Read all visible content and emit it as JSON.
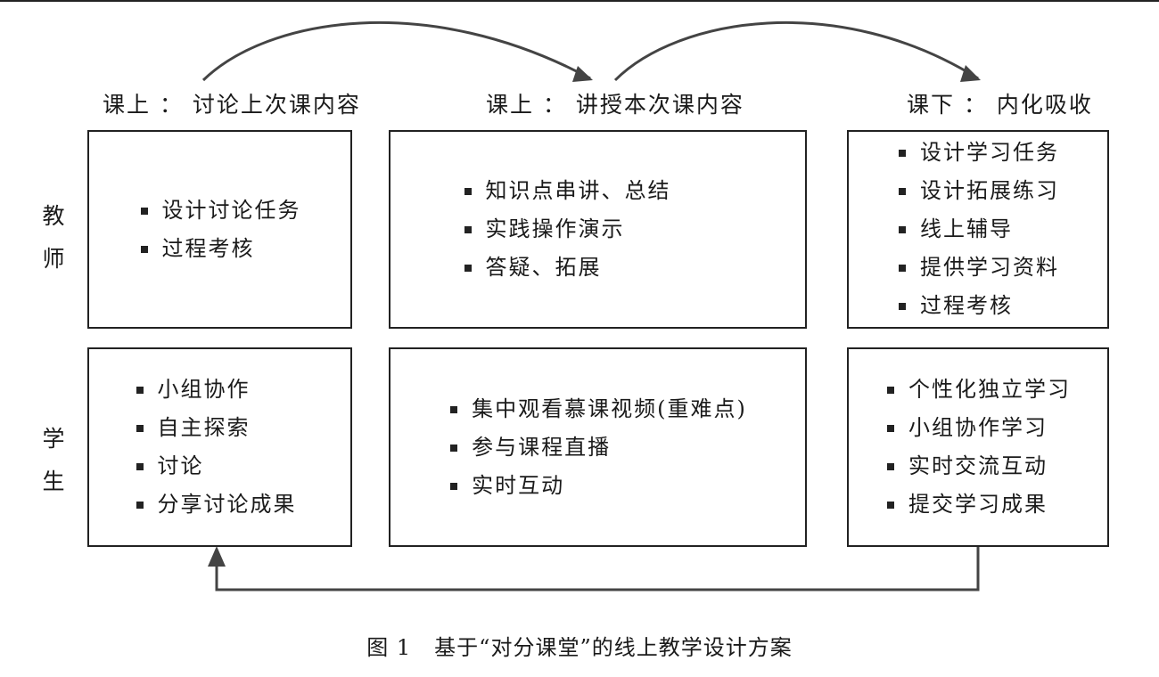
{
  "figure": {
    "phases": [
      {
        "label": "课上 ： 讨论上次课内容"
      },
      {
        "label": "课上 ： 讲授本次课内容"
      },
      {
        "label": "课下 ： 内化吸收"
      }
    ],
    "roles": {
      "teacher": [
        "教",
        "师"
      ],
      "student": [
        "学",
        "生"
      ]
    },
    "cells": {
      "teacher": [
        [
          "设计讨论任务",
          "过程考核"
        ],
        [
          "知识点串讲、总结",
          "实践操作演示",
          "答疑、拓展"
        ],
        [
          "设计学习任务",
          "设计拓展练习",
          "线上辅导",
          "提供学习资料",
          "过程考核"
        ]
      ],
      "student": [
        [
          "小组协作",
          "自主探索",
          "讨论",
          "分享讨论成果"
        ],
        [
          "集中观看慕课视频(重难点)",
          "参与课程直播",
          "实时互动"
        ],
        [
          "个性化独立学习",
          "小组协作学习",
          "实时交流互动",
          "提交学习成果"
        ]
      ]
    },
    "caption": {
      "number": "图 1",
      "title": "基于“对分课堂”的线上教学设计方案"
    },
    "colors": {
      "ink": "#222222",
      "background": "#ffffff"
    }
  }
}
